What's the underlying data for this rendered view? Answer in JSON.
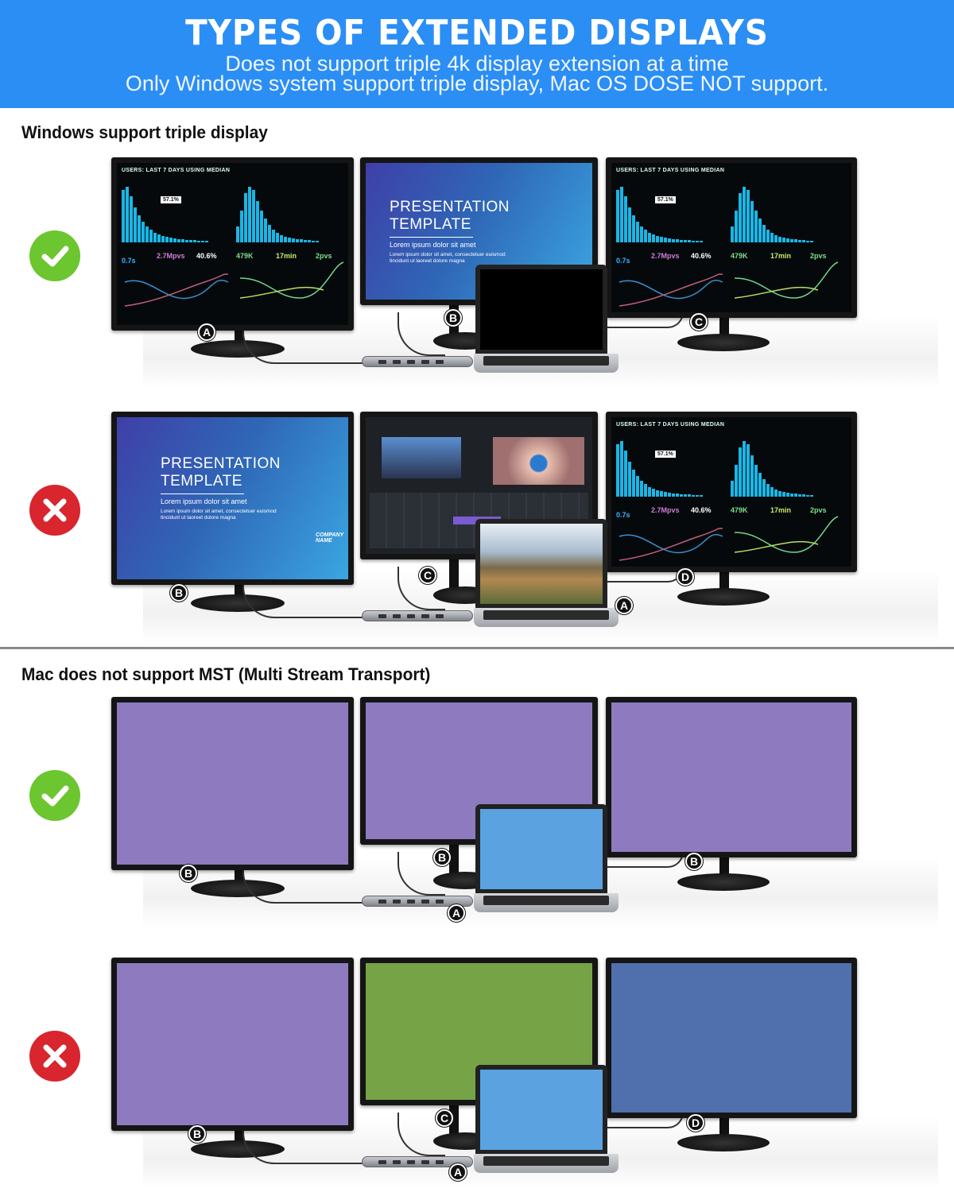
{
  "header": {
    "title": "TYPES OF EXTENDED DISPLAYS",
    "subtitle_line1": "Does not support triple 4k display extension at a time",
    "subtitle_line2": "Only Windows system support triple display, Mac OS DOSE NOT support."
  },
  "sections": [
    {
      "title": "Windows support triple display"
    },
    {
      "title": "Mac does not support MST (Multi Stream Transport)"
    }
  ],
  "colors": {
    "header_bg": "#2b8ef5",
    "check": "#6cc62f",
    "cross": "#d8252e",
    "purple_screen": "#8e7bbf",
    "green_screen": "#77a347",
    "blue_screen": "#4f70ad",
    "laptop_blue": "#5aa3e0"
  },
  "dashboard": {
    "title": "USERS: LAST 7 DAYS USING MEDIAN",
    "highlight": "57.1%",
    "stats": [
      "0.7s",
      "2.7Mpvs",
      "40.6%",
      "479K",
      "17min",
      "2pvs"
    ]
  },
  "presentation": {
    "title1": "PRESENTATION",
    "title2": "TEMPLATE",
    "subtitle": "Lorem ipsum dolor sit amet",
    "body": "Lorem ipsum dolor sit amet, consectetuer euismod tincidunt ut laoreet dolore magna",
    "company": "COMPANY NAME"
  },
  "scenes": [
    {
      "status": "check",
      "status_icon": "check-icon",
      "screens": [
        "dashboard",
        "presentation",
        "dashboard"
      ],
      "laptop": "black",
      "labels": [
        "A",
        "B",
        "C"
      ]
    },
    {
      "status": "cross",
      "status_icon": "cross-icon",
      "screens": [
        "presentation",
        "editor",
        "dashboard"
      ],
      "laptop": "landscape",
      "labels": [
        "B",
        "C",
        "D",
        "A"
      ]
    },
    {
      "status": "check",
      "status_icon": "check-icon",
      "screens": [
        "purple",
        "purple",
        "purple"
      ],
      "laptop": "blue",
      "labels": [
        "B",
        "B",
        "B",
        "A"
      ]
    },
    {
      "status": "cross",
      "status_icon": "cross-icon",
      "screens": [
        "purple",
        "green",
        "blue"
      ],
      "laptop": "blue",
      "labels": [
        "B",
        "C",
        "D",
        "A"
      ]
    }
  ]
}
